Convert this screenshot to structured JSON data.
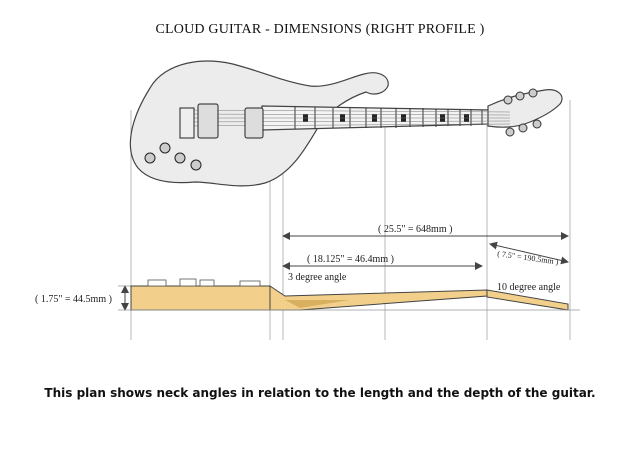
{
  "title": "CLOUD GUITAR - DIMENSIONS (RIGHT PROFILE )",
  "caption": "This plan shows neck angles in relation to the length and the depth of the guitar.",
  "dimensions": {
    "scale_length": "( 25.5\" = 648mm )",
    "neck_to_body": "( 18.125\" = 46.4mm )",
    "headstock": "( 7.5\" = 190.5mm )",
    "depth": "( 1.75\" = 44.5mm )"
  },
  "angles": {
    "neck_angle": "3 degree angle",
    "headstock_angle": "10 degree angle"
  },
  "colors": {
    "wood": "#f2d08c",
    "wood_dark": "#d9b060",
    "line": "#555555",
    "guide": "#b8b8b8"
  }
}
